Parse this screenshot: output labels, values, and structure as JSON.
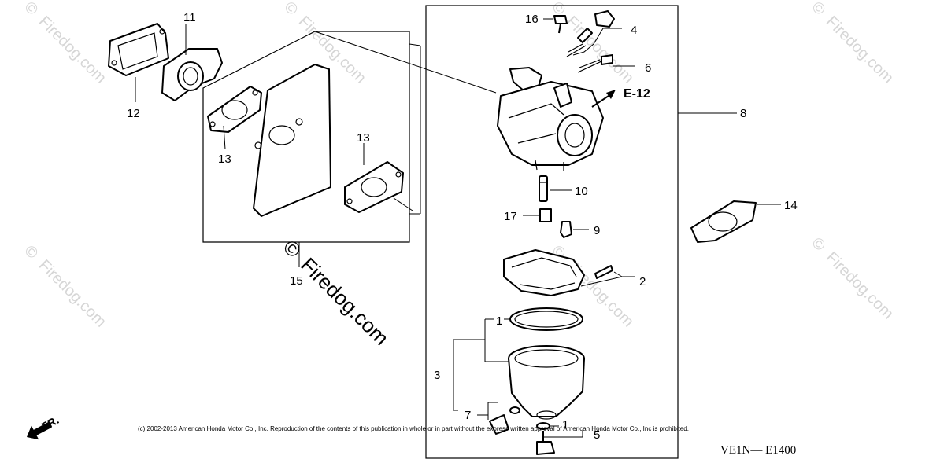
{
  "watermark": {
    "text": "Firedog.com",
    "symbol": "©"
  },
  "callouts": {
    "p1a": "1",
    "p1b": "1",
    "p2": "2",
    "p3": "3",
    "p4": "4",
    "p5": "5",
    "p6": "6",
    "p7": "7",
    "p8": "8",
    "p9": "9",
    "p10": "10",
    "p11": "11",
    "p12": "12",
    "p13a": "13",
    "p13b": "13",
    "p14": "14",
    "p15": "15",
    "p16": "16",
    "p17": "17"
  },
  "reference": "E-12",
  "direction_label": "FR.",
  "copyright": "(c) 2002-2013 American Honda Motor Co., Inc. Reproduction of the contents of this publication in whole or in part without the express written approval of American Honda Motor Co., Inc is prohibited.",
  "diagram_code": "VE1N— E1400"
}
